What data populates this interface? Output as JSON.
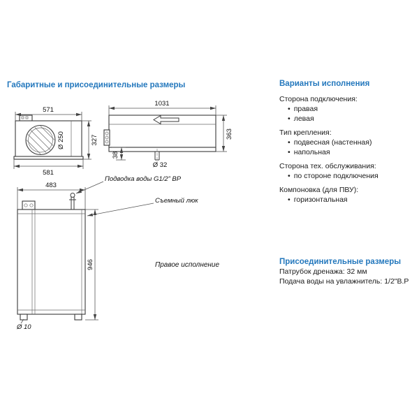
{
  "accent_color": "#2478BD",
  "dims_section": {
    "title": "Габаритные и присоединительные размеры"
  },
  "front_view": {
    "width_top": "571",
    "width_bottom": "581",
    "height": "327",
    "fan_diameter": "Ø 250"
  },
  "side_view": {
    "length": "1031",
    "height": "363",
    "drain_offset": "38",
    "drain_diameter": "Ø 32"
  },
  "tall_view": {
    "width": "483",
    "height": "946",
    "foot_hole": "Ø 10",
    "water_label": "Подводка воды  G1/2” ВР",
    "hatch_label": "Съемный люк",
    "caption": "Правое исполнение"
  },
  "variants": {
    "title": "Варианты исполнения",
    "bullet": "•",
    "groups": [
      {
        "label": "Сторона подключения:",
        "items": [
          "правая",
          "левая"
        ]
      },
      {
        "label": "Тип крепления:",
        "items": [
          "подвесная (настенная)",
          "напольная"
        ]
      },
      {
        "label": "Сторона тех. обслуживания:",
        "items": [
          "по стороне подключения"
        ]
      },
      {
        "label": "Компоновка (для ПВУ):",
        "items": [
          "горизонтальная"
        ]
      }
    ]
  },
  "connection": {
    "title": "Присоединительные размеры",
    "lines": [
      "Патрубок дренажа: 32 мм",
      "Подача воды на увлажнитель: 1/2\"В.Р"
    ]
  }
}
